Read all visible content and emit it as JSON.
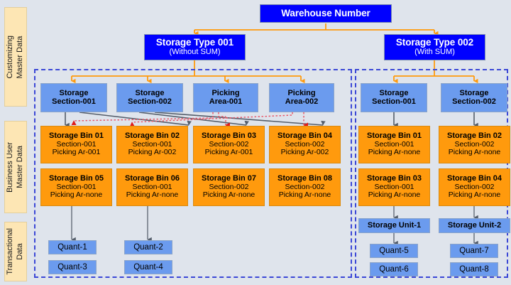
{
  "diagram": {
    "title": "Warehouse Number",
    "background_color": "#dfe4ec",
    "accent_orange": "#ff9a0d",
    "accent_blue": "#6b9bee",
    "accent_darkblue": "#0000ff",
    "lane_color": "#fde6b4",
    "panel_border_color": "#3b47d6",
    "solid_arrow_color": "#4d5560",
    "dotted_arrow_color": "#e8596a"
  },
  "lanes": [
    {
      "id": "customizing",
      "label": "Customizing\nMaster Data"
    },
    {
      "id": "business-user",
      "label": "Business User\nMaster Data"
    },
    {
      "id": "transactional",
      "label": "Transactional\nData"
    }
  ],
  "root": {
    "label": "Warehouse Number"
  },
  "storage_types": [
    {
      "id": "st001",
      "name": "Storage Type 001",
      "sum": "(Without SUM)"
    },
    {
      "id": "st002",
      "name": "Storage Type 002",
      "sum": "(With SUM)"
    }
  ],
  "left_panel": {
    "sections": [
      {
        "id": "l-sec-001",
        "line1": "Storage",
        "line2": "Section-001"
      },
      {
        "id": "l-sec-002",
        "line1": "Storage",
        "line2": "Section-002"
      },
      {
        "id": "l-pick-001",
        "line1": "Picking",
        "line2": "Area-001"
      },
      {
        "id": "l-pick-002",
        "line1": "Picking",
        "line2": "Area-002"
      }
    ],
    "bins": [
      {
        "id": "l-bin-01",
        "name": "Storage Bin 01",
        "section": "Section-001",
        "picking": "Picking Ar-001"
      },
      {
        "id": "l-bin-02",
        "name": "Storage Bin 02",
        "section": "Section-001",
        "picking": "Picking Ar-002"
      },
      {
        "id": "l-bin-03",
        "name": "Storage Bin 03",
        "section": "Section-002",
        "picking": "Picking Ar-001"
      },
      {
        "id": "l-bin-04",
        "name": "Storage Bin 04",
        "section": "Section-002",
        "picking": "Picking Ar-002"
      },
      {
        "id": "l-bin-05",
        "name": "Storage Bin 05",
        "section": "Section-001",
        "picking": "Picking Ar-none"
      },
      {
        "id": "l-bin-06",
        "name": "Storage Bin 06",
        "section": "Section-001",
        "picking": "Picking Ar-none"
      },
      {
        "id": "l-bin-07",
        "name": "Storage Bin 07",
        "section": "Section-002",
        "picking": "Picking Ar-none"
      },
      {
        "id": "l-bin-08",
        "name": "Storage Bin 08",
        "section": "Section-002",
        "picking": "Picking Ar-none"
      }
    ],
    "quants": [
      {
        "id": "l-quant-1",
        "label": "Quant-1"
      },
      {
        "id": "l-quant-2",
        "label": "Quant-2"
      },
      {
        "id": "l-quant-3",
        "label": "Quant-3"
      },
      {
        "id": "l-quant-4",
        "label": "Quant-4"
      }
    ]
  },
  "right_panel": {
    "sections": [
      {
        "id": "r-sec-001",
        "line1": "Storage",
        "line2": "Section-001"
      },
      {
        "id": "r-sec-002",
        "line1": "Storage",
        "line2": "Section-002"
      }
    ],
    "bins": [
      {
        "id": "r-bin-01",
        "name": "Storage Bin 01",
        "section": "Section-001",
        "picking": "Picking Ar-none"
      },
      {
        "id": "r-bin-02",
        "name": "Storage Bin 02",
        "section": "Section-002",
        "picking": "Picking Ar-none"
      },
      {
        "id": "r-bin-03",
        "name": "Storage Bin 03",
        "section": "Section-001",
        "picking": "Picking Ar-none"
      },
      {
        "id": "r-bin-04",
        "name": "Storage Bin 04",
        "section": "Section-002",
        "picking": "Picking Ar-none"
      }
    ],
    "storage_units": [
      {
        "id": "r-unit-1",
        "label": "Storage Unit-1"
      },
      {
        "id": "r-unit-2",
        "label": "Storage Unit-2"
      }
    ],
    "quants": [
      {
        "id": "r-quant-5",
        "label": "Quant-5"
      },
      {
        "id": "r-quant-6",
        "label": "Quant-6"
      },
      {
        "id": "r-quant-7",
        "label": "Quant-7"
      },
      {
        "id": "r-quant-8",
        "label": "Quant-8"
      }
    ]
  }
}
